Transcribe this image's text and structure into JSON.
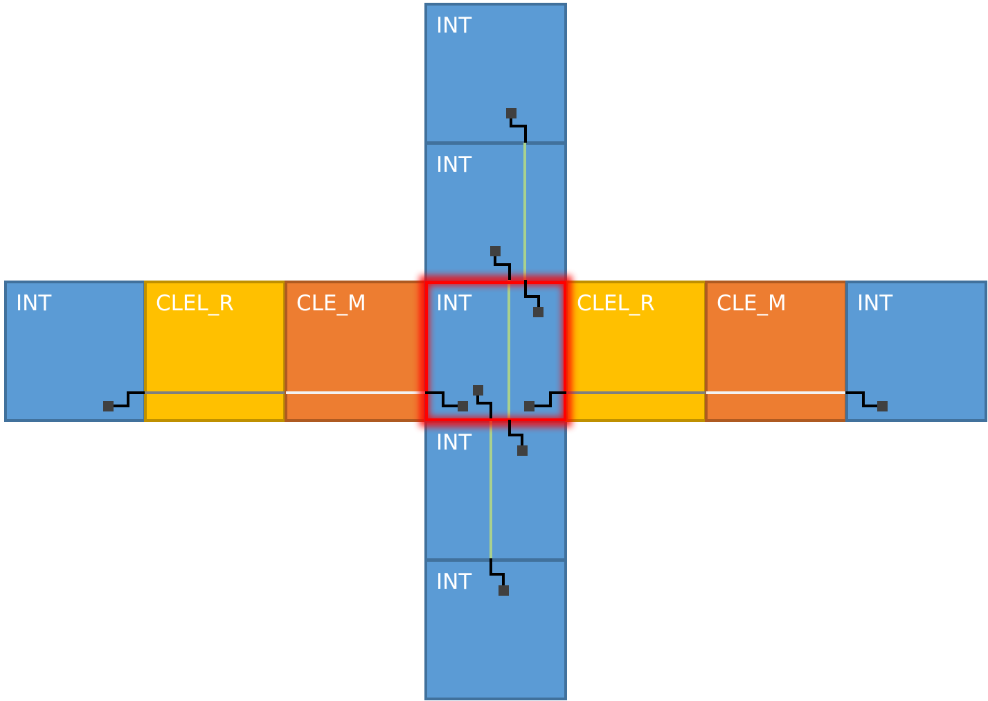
{
  "colors": {
    "int_fill": "#5B9BD5",
    "int_stroke": "#41719C",
    "clel_fill": "#FFC000",
    "clel_stroke": "#BF9000",
    "clem_fill": "#ED7D31",
    "clem_stroke": "#AE5A21",
    "highlight": "#FF0000",
    "vertical_wire": "#A9D18E",
    "wire_grey": "#7F7F7F",
    "wire_white": "#F2F2F2",
    "stub": "#000000",
    "pin": "#404040"
  },
  "tiles": {
    "top_outer": "INT",
    "top_inner": "INT",
    "left_int": "INT",
    "left_clel_r": "CLEL_R",
    "left_cle_m": "CLE_M",
    "center_int": "INT",
    "right_clel_r": "CLEL_R",
    "right_cle_m": "CLE_M",
    "right_int": "INT",
    "bottom_inner": "INT",
    "bottom_outer": "INT"
  },
  "highlighted_tile": "center_int"
}
